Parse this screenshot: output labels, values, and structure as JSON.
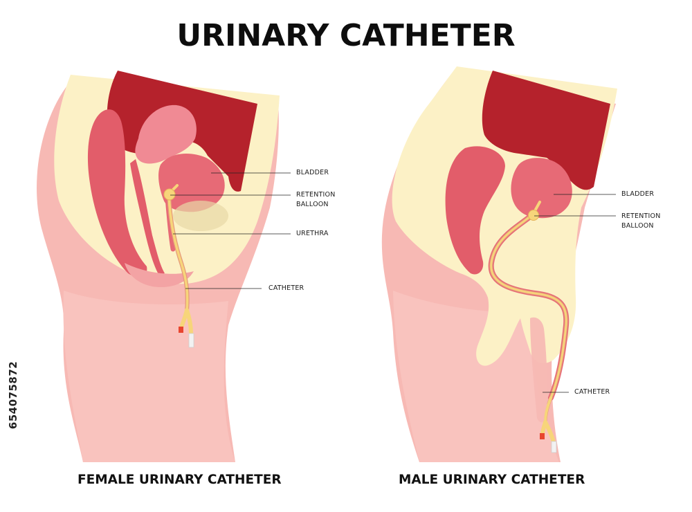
{
  "title": "URINARY CATHETER",
  "female": {
    "caption": "FEMALE URINARY CATHETER",
    "labels": {
      "bladder": "BLADDER",
      "retention_line1": "RETENTION",
      "retention_line2": "BALLOON",
      "urethra": "URETHRA",
      "catheter": "CATHETER"
    }
  },
  "male": {
    "caption": "MALE URINARY CATHETER",
    "labels": {
      "bladder": "BLADDER",
      "retention_line1": "RETENTION",
      "retention_line2": "BALLOON",
      "catheter": "CATHETER"
    }
  },
  "stock_id": "654075872",
  "colors": {
    "skin": "#f7b9b4",
    "skin_light": "#fbcfcb",
    "fat": "#fcf1c6",
    "intestine": "#b5222c",
    "organ": "#e25d6a",
    "uterus": "#f08a94",
    "bladder": "#e76a76",
    "catheter": "#f7d57a",
    "catheter_outline": "#e59a7a"
  }
}
